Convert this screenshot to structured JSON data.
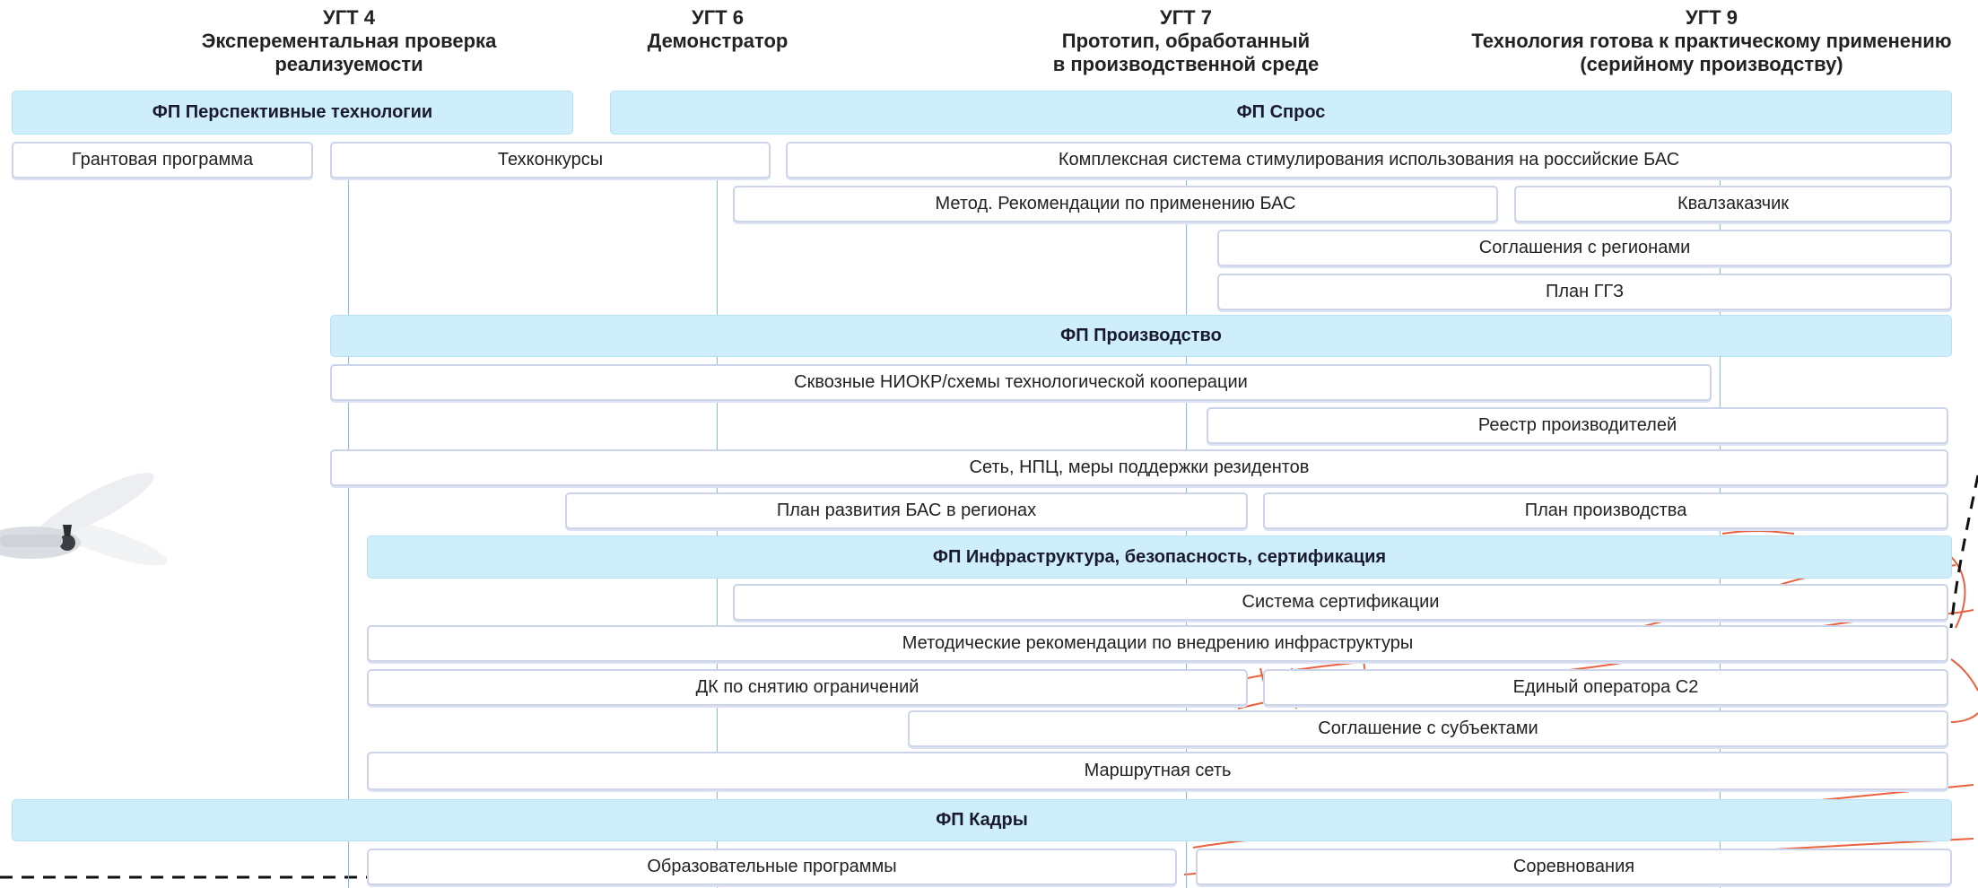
{
  "levels": [
    {
      "title": "УГТ 4",
      "lines": [
        "Эксперементальная проверка",
        "реализуемости"
      ]
    },
    {
      "title": "УГТ 6",
      "lines": [
        "Демонстратор"
      ]
    },
    {
      "title": "УГТ 7",
      "lines": [
        "Прототип, обработанный",
        "в производственной среде"
      ]
    },
    {
      "title": "УГТ 9",
      "lines": [
        "Технология готова к практическому применению",
        "(серийному производству)"
      ]
    }
  ],
  "bands": {
    "perspective": "ФП Перспективные технологии",
    "demand": "ФП Спрос",
    "production": "ФП Производство",
    "infrastructure": "ФП Инфраструктура, безопасность, сертификация",
    "staff": "ФП Кадры"
  },
  "items": {
    "grant": "Грантовая программа",
    "techcontests": "Техконкурсы",
    "complex": "Комплексная система стимулирования использования на российские БАС",
    "method": "Метод. Рекомендации по применению БАС",
    "qualified": "Квалзаказчик",
    "regions_agreements": "Соглашения с регионами",
    "ggz": "План ГГЗ",
    "niokr": "Сквозные НИОКР/схемы технологической кооперации",
    "registry": "Реестр производителей",
    "network": "Сеть, НПЦ, меры поддержки резидентов",
    "regional_plan": "План развития БАС в регионах",
    "production_plan": "План производства",
    "certification": "Система сертификации",
    "infra_method": "Методические рекомендации по внедрению инфраструктуры",
    "dk": "ДК по снятию ограничений",
    "operator": "Единый оператора С2",
    "subjects": "Соглашение с субъектами",
    "route": "Маршрутная сеть",
    "education": "Образовательные программы",
    "competitions": "Соревнования"
  },
  "colors": {
    "band_fill": "#cdeefa",
    "box_border": "#ccd4ea",
    "guide_line": "#7fbfe3",
    "decor_orange": "#e8512a"
  },
  "decor": {
    "drone_icon": "drone-propeller-icon"
  }
}
